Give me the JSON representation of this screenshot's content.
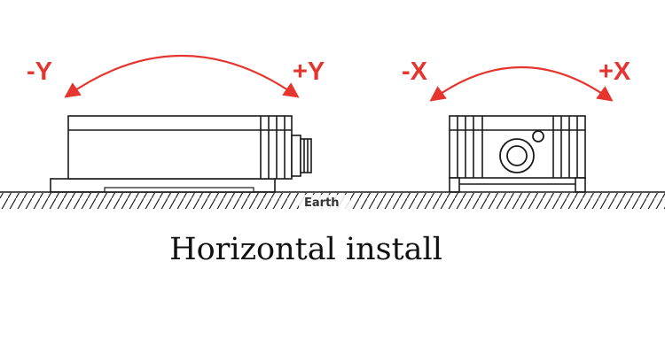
{
  "axes": {
    "left_neg": "-Y",
    "left_pos": "+Y",
    "right_neg": "-X",
    "right_pos": "+X"
  },
  "ground_label": "Earth",
  "caption": "Horizontal install",
  "colors": {
    "accent": "#e5352e",
    "line": "#1a1a1a"
  },
  "icons": [
    "double-arrow-arc-icon",
    "connector-icon",
    "lens-icon"
  ]
}
